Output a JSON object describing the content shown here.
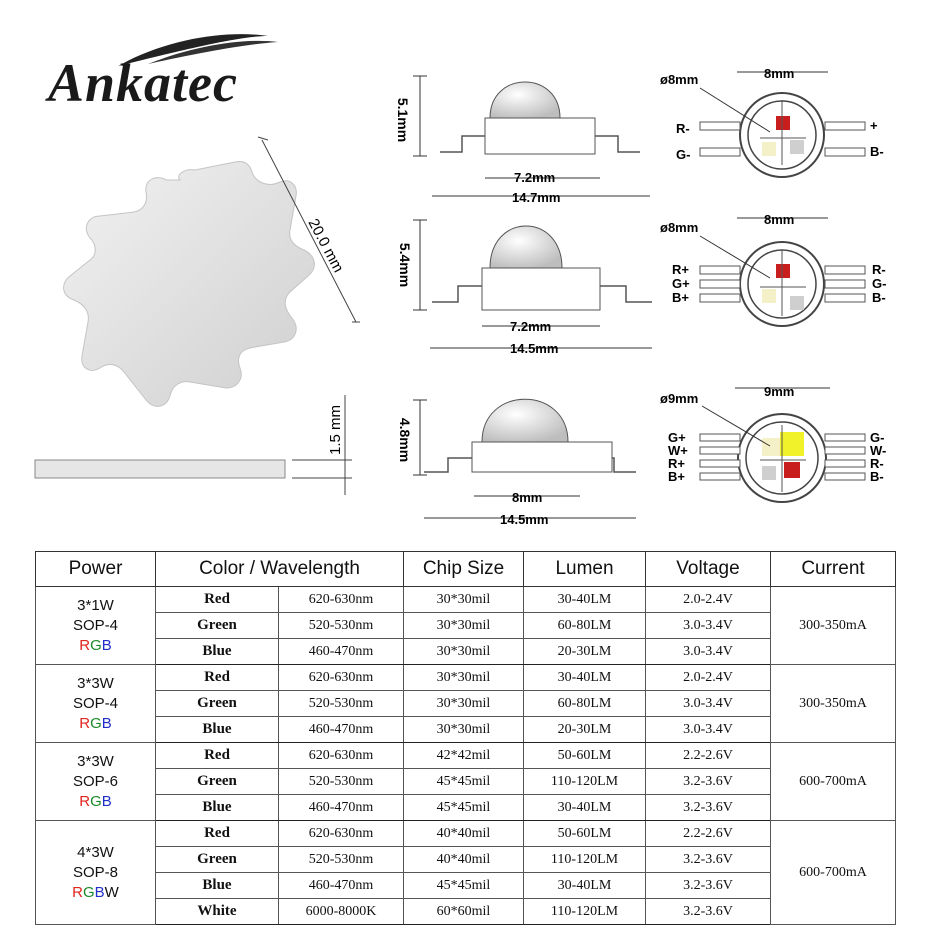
{
  "brand": {
    "name": "Ankatec"
  },
  "pcb": {
    "diameter": "20.0 mm",
    "thickness": "1.5 mm"
  },
  "packages": [
    {
      "height": "5.1mm",
      "chip_width": "7.2mm",
      "total_width": "14.7mm",
      "lens": "8mm",
      "lens_dia": "ø8mm",
      "pins_left": [
        "R-",
        "G-"
      ],
      "pins_right": [
        "+",
        "B-"
      ]
    },
    {
      "height": "5.4mm",
      "chip_width": "7.2mm",
      "total_width": "14.5mm",
      "lens": "8mm",
      "lens_dia": "ø8mm",
      "pins_left": [
        "R+",
        "G+",
        "B+"
      ],
      "pins_right": [
        "R-",
        "G-",
        "B-"
      ]
    },
    {
      "height": "4.8mm",
      "chip_width": "8mm",
      "total_width": "14.5mm",
      "lens": "9mm",
      "lens_dia": "ø9mm",
      "pins_left": [
        "G+",
        "W+",
        "R+",
        "B+"
      ],
      "pins_right": [
        "G-",
        "W-",
        "R-",
        "B-"
      ]
    }
  ],
  "colors": {
    "red": "#c81e1e",
    "green_chip": "#e8f05a",
    "yellow": "#f2f22a",
    "grey": "#cfcfcf"
  },
  "table": {
    "headers": [
      "Power",
      "Color / Wavelength",
      "Chip Size",
      "Lumen",
      "Voltage",
      "Current"
    ],
    "groups": [
      {
        "power_line1": "3*1W",
        "power_line2": "SOP-4",
        "letters": [
          "R",
          "G",
          "B"
        ],
        "current": "300-350mA",
        "rows": [
          {
            "color": "Red",
            "wavelength": "620-630nm",
            "chip": "30*30mil",
            "lumen": "30-40LM",
            "voltage": "2.0-2.4V"
          },
          {
            "color": "Green",
            "wavelength": "520-530nm",
            "chip": "30*30mil",
            "lumen": "60-80LM",
            "voltage": "3.0-3.4V"
          },
          {
            "color": "Blue",
            "wavelength": "460-470nm",
            "chip": "30*30mil",
            "lumen": "20-30LM",
            "voltage": "3.0-3.4V"
          }
        ]
      },
      {
        "power_line1": "3*3W",
        "power_line2": "SOP-4",
        "letters": [
          "R",
          "G",
          "B"
        ],
        "current": "300-350mA",
        "rows": [
          {
            "color": "Red",
            "wavelength": "620-630nm",
            "chip": "30*30mil",
            "lumen": "30-40LM",
            "voltage": "2.0-2.4V"
          },
          {
            "color": "Green",
            "wavelength": "520-530nm",
            "chip": "30*30mil",
            "lumen": "60-80LM",
            "voltage": "3.0-3.4V"
          },
          {
            "color": "Blue",
            "wavelength": "460-470nm",
            "chip": "30*30mil",
            "lumen": "20-30LM",
            "voltage": "3.0-3.4V"
          }
        ]
      },
      {
        "power_line1": "3*3W",
        "power_line2": "SOP-6",
        "letters": [
          "R",
          "G",
          "B"
        ],
        "current": "600-700mA",
        "rows": [
          {
            "color": "Red",
            "wavelength": "620-630nm",
            "chip": "42*42mil",
            "lumen": "50-60LM",
            "voltage": "2.2-2.6V"
          },
          {
            "color": "Green",
            "wavelength": "520-530nm",
            "chip": "45*45mil",
            "lumen": "110-120LM",
            "voltage": "3.2-3.6V"
          },
          {
            "color": "Blue",
            "wavelength": "460-470nm",
            "chip": "45*45mil",
            "lumen": "30-40LM",
            "voltage": "3.2-3.6V"
          }
        ]
      },
      {
        "power_line1": "4*3W",
        "power_line2": "SOP-8",
        "letters": [
          "R",
          "G",
          "B",
          "W"
        ],
        "current": "600-700mA",
        "rows": [
          {
            "color": "Red",
            "wavelength": "620-630nm",
            "chip": "40*40mil",
            "lumen": "50-60LM",
            "voltage": "2.2-2.6V"
          },
          {
            "color": "Green",
            "wavelength": "520-530nm",
            "chip": "40*40mil",
            "lumen": "110-120LM",
            "voltage": "3.2-3.6V"
          },
          {
            "color": "Blue",
            "wavelength": "460-470nm",
            "chip": "45*45mil",
            "lumen": "30-40LM",
            "voltage": "3.2-3.6V"
          },
          {
            "color": "White",
            "wavelength": "6000-8000K",
            "chip": "60*60mil",
            "lumen": "110-120LM",
            "voltage": "3.2-3.6V"
          }
        ]
      }
    ]
  }
}
